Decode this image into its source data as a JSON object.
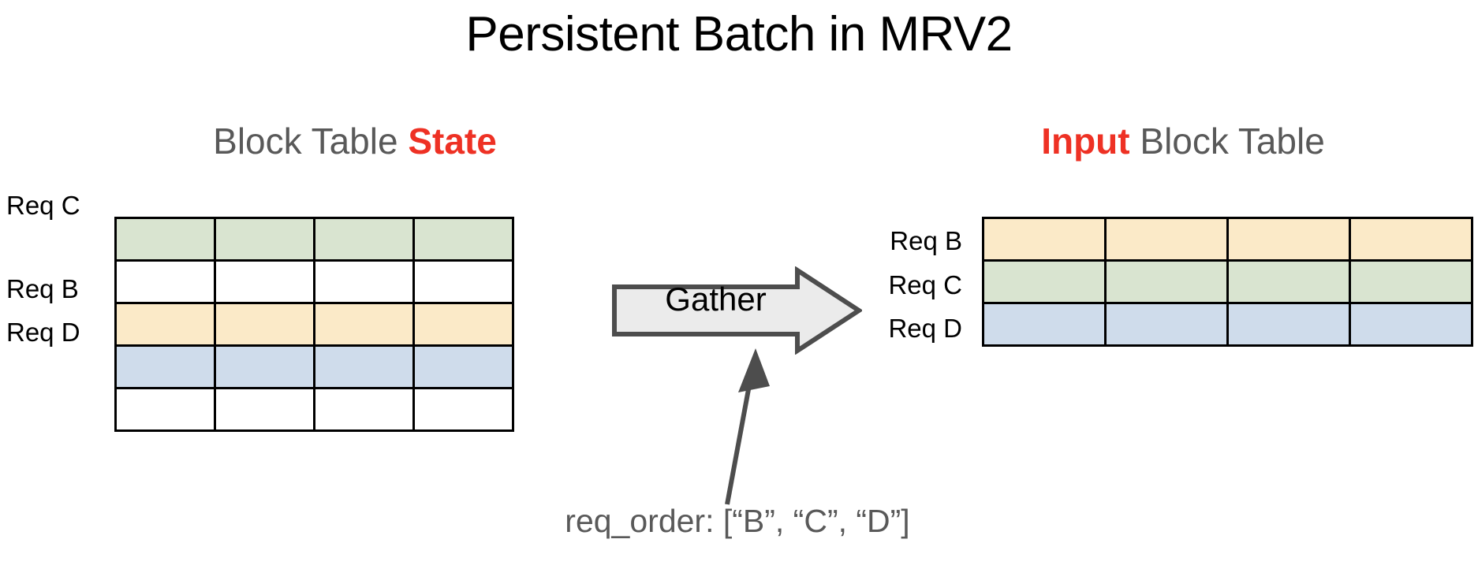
{
  "title": "Persistent Batch in MRV2",
  "colors": {
    "accent_red": "#ee3124",
    "heading_gray": "#595959",
    "green": "#d9e4d0",
    "yellow": "#fbeac8",
    "blue": "#cfdceb",
    "white": "#ffffff",
    "border": "#000000",
    "arrow_fill": "#ebebeb",
    "arrow_stroke": "#4d4d4d"
  },
  "left_panel": {
    "heading_prefix": "Block Table ",
    "heading_highlight": "State",
    "row_labels": [
      "Req C",
      "",
      "Req B",
      "Req D",
      ""
    ],
    "rows": [
      {
        "label": "Req C",
        "color": "green",
        "cells": [
          "",
          "",
          "",
          ""
        ]
      },
      {
        "label": "",
        "color": "white",
        "cells": [
          "",
          "",
          "",
          ""
        ]
      },
      {
        "label": "Req B",
        "color": "yellow",
        "cells": [
          "",
          "",
          "",
          ""
        ]
      },
      {
        "label": "Req D",
        "color": "blue",
        "cells": [
          "",
          "",
          "",
          ""
        ]
      },
      {
        "label": "",
        "color": "white",
        "cells": [
          "",
          "",
          "",
          ""
        ]
      }
    ],
    "num_columns": 4,
    "num_rows": 5
  },
  "right_panel": {
    "heading_highlight": "Input",
    "heading_suffix": " Block Table",
    "row_labels": [
      "Req B",
      "Req C",
      "Req D"
    ],
    "rows": [
      {
        "label": "Req B",
        "color": "yellow",
        "cells": [
          "",
          "",
          "",
          ""
        ]
      },
      {
        "label": "Req C",
        "color": "green",
        "cells": [
          "",
          "",
          "",
          ""
        ]
      },
      {
        "label": "Req D",
        "color": "blue",
        "cells": [
          "",
          "",
          "",
          ""
        ]
      }
    ],
    "num_columns": 4,
    "num_rows": 3
  },
  "operation": {
    "label": "Gather",
    "direction": "right"
  },
  "annotation": {
    "caption": "req_order: [“B”, “C”, “D”]",
    "points_to": "Gather"
  }
}
